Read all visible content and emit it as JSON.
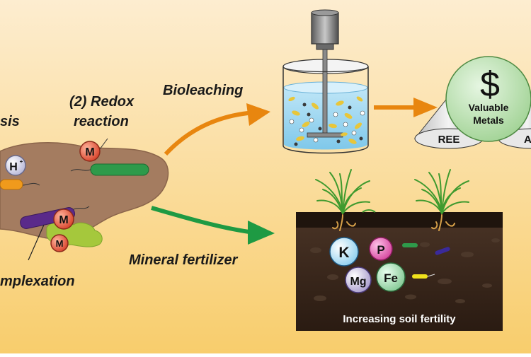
{
  "labels": {
    "partial_left": "sis",
    "redox_line1": "(2) Redox",
    "redox_line2": "reaction",
    "bioleaching": "Bioleaching",
    "mineral_fertilizer": "Mineral  fertilizer",
    "complexation": "mplexation",
    "soil_caption": "Increasing soil fertility"
  },
  "ions": {
    "proton": "H",
    "proton_charge": "+",
    "metal": "M",
    "potassium": "K",
    "phosphorus": "P",
    "magnesium": "Mg",
    "iron": "Fe"
  },
  "valuable": {
    "symbol": "$",
    "line1": "Valuable",
    "line2": "Metals",
    "ree": "REE",
    "au": "Au"
  },
  "colors": {
    "background_top": "#fde9c4",
    "background_bottom": "#f8cf72",
    "arrow_orange": "#e8860f",
    "arrow_green": "#1e9a43",
    "ore_brown": "#a27a5e",
    "metal_red": "#e0523a",
    "bacterium_green": "#2e9a4a",
    "bacterium_orange": "#f09a1c",
    "bacterium_purple": "#5a2a8a",
    "soil_dark": "#2b1d14"
  }
}
